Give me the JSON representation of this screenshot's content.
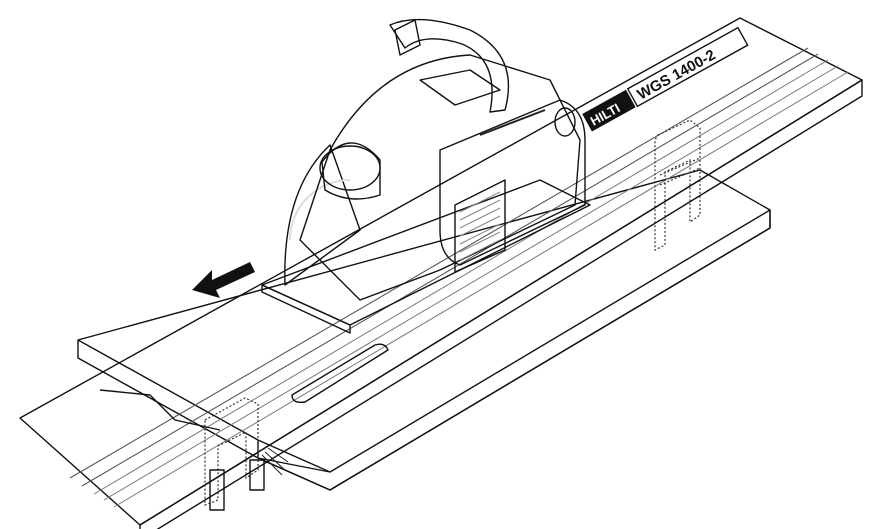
{
  "illustration": {
    "rail_label": "WGS 1400-2",
    "brand_mark": "HILTI",
    "colors": {
      "body": "#6b6b6b",
      "body_dark": "#3a3a3a",
      "body_light": "#9a9a9a",
      "rail": "#e9e9e9",
      "board": "#f7f7f7",
      "outline": "#111111"
    },
    "cut_direction": "left-down"
  }
}
